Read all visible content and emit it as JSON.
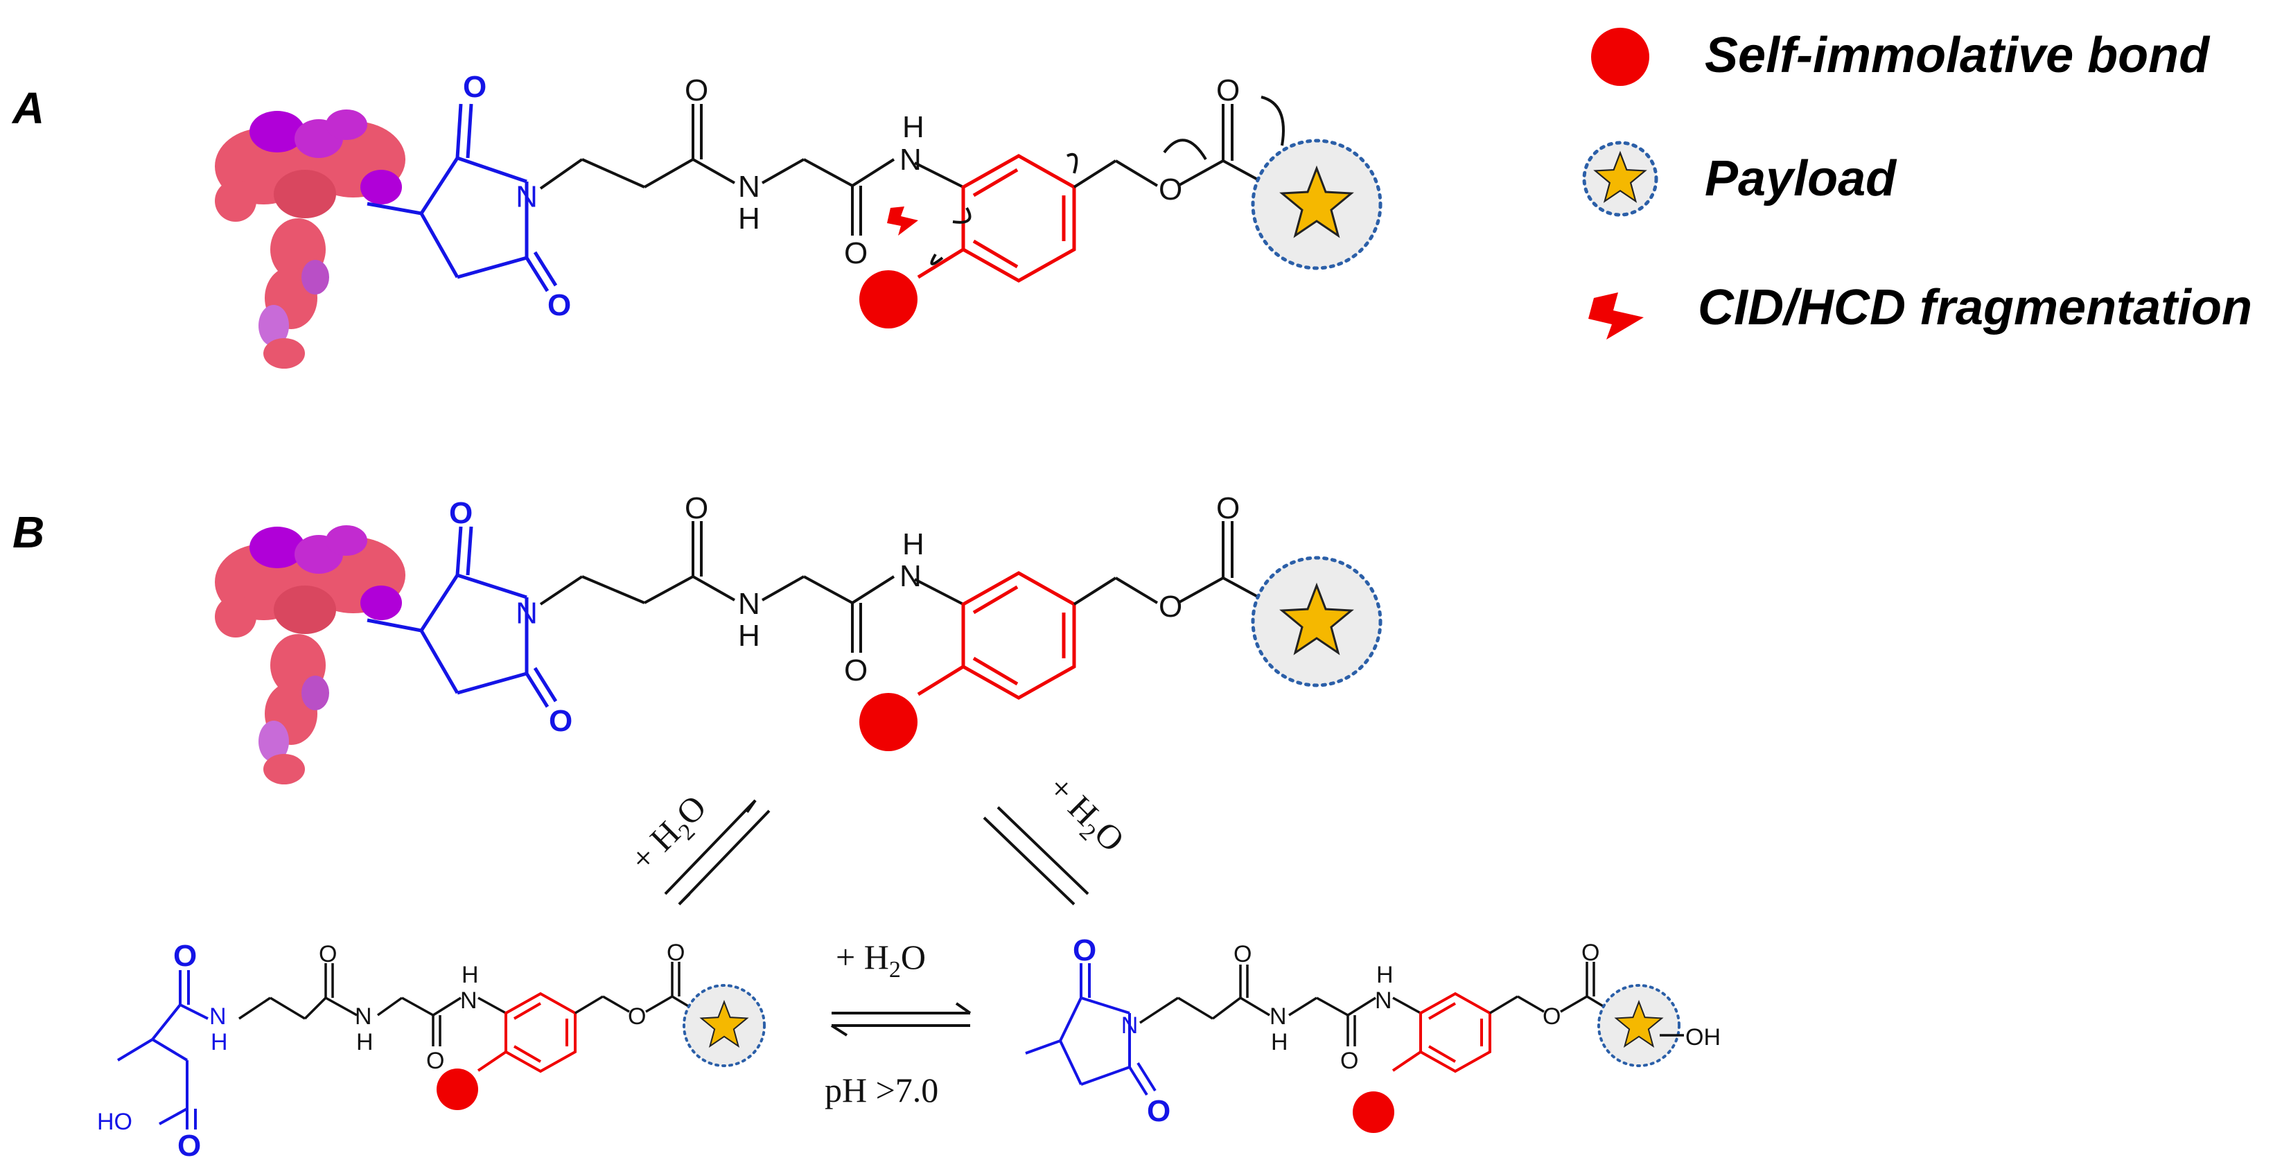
{
  "panels": {
    "a_label": "A",
    "b_label": "B"
  },
  "legend": {
    "self_immolative": "Self-immolative bond",
    "payload": "Payload",
    "fragmentation": "CID/HCD fragmentation"
  },
  "atoms": {
    "O": "O",
    "N": "N",
    "NH_H": "H",
    "NH_N": "N",
    "HO": "HO",
    "OH": "OH"
  },
  "conditions": {
    "plus_h2o": "+ H",
    "sub2": "2",
    "o": "O",
    "ph": "pH >7.0"
  },
  "colors": {
    "blue": "#1414e6",
    "red": "#f00000",
    "black": "#111111",
    "star": "#f5b800",
    "payload_ring": "#2b5fa8",
    "payload_fill": "#ececec",
    "antibody_main": "#e8566e",
    "antibody_accent": "#b000d8"
  }
}
